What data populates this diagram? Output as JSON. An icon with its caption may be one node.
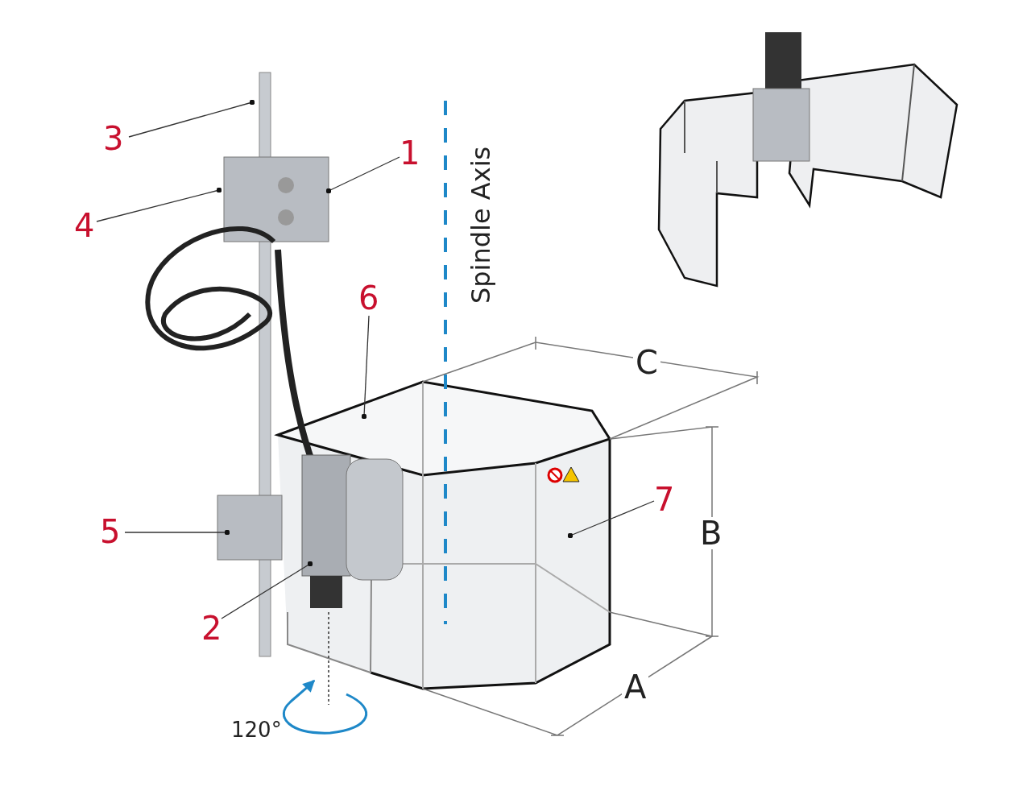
{
  "diagram": {
    "nodes": [
      {
        "text": [
          "3"
        ]
      },
      {
        "text": [
          "1"
        ]
      },
      {
        "text": [
          "4"
        ]
      },
      {
        "text": [
          "6"
        ]
      },
      {
        "text": [
          "7"
        ]
      },
      {
        "text": [
          "5"
        ]
      },
      {
        "text": [
          "2"
        ]
      }
    ],
    "edges": [
      {
        "from": 0,
        "to": null,
        "arrow": "other"
      },
      {
        "from": 1,
        "to": null,
        "arrow": "other"
      },
      {
        "from": 2,
        "to": null,
        "arrow": "other"
      },
      {
        "from": 3,
        "to": null,
        "arrow": "other"
      },
      {
        "from": 4,
        "to": null,
        "arrow": "other"
      },
      {
        "from": 5,
        "to": null,
        "arrow": "other"
      },
      {
        "from": 6,
        "to": null,
        "arrow": "other"
      }
    ],
    "labels": [
      "Spindle Axis",
      "C",
      "B",
      "120°",
      "A"
    ]
  }
}
